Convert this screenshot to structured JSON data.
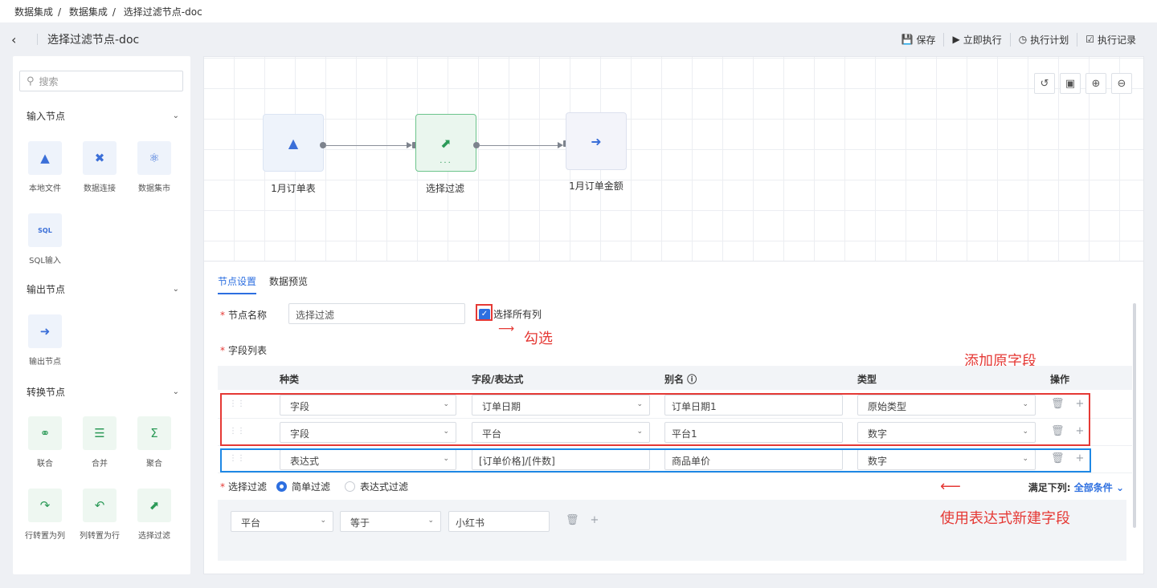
{
  "breadcrumb": [
    "数据集成",
    "数据集成",
    "选择过滤节点-doc"
  ],
  "header": {
    "back_icon": "chevron-left-icon",
    "title": "选择过滤节点-doc",
    "actions": [
      {
        "label": "保存",
        "icon": "save-icon"
      },
      {
        "label": "立即执行",
        "icon": "play-icon"
      },
      {
        "label": "执行计划",
        "icon": "clock-icon"
      },
      {
        "label": "执行记录",
        "icon": "record-icon"
      }
    ]
  },
  "sidebar": {
    "search_placeholder": "搜索",
    "input_section": "输入节点",
    "input_nodes": [
      "本地文件",
      "数据连接",
      "数据集市",
      "SQL输入"
    ],
    "output_section": "输出节点",
    "output_nodes": [
      "输出节点"
    ],
    "transform_section": "转换节点",
    "transform_nodes": [
      "联合",
      "合并",
      "聚合",
      "行转置为列",
      "列转置为行",
      "选择过滤"
    ]
  },
  "canvas": {
    "nodes": [
      "1月订单表",
      "选择过滤",
      "1月订单金额"
    ],
    "tools": [
      "refresh-icon",
      "fit-icon",
      "zoom-in-icon",
      "zoom-out-icon"
    ]
  },
  "panel": {
    "tabs": [
      "节点设置",
      "数据预览"
    ],
    "node_name_label": "节点名称",
    "node_name_value": "选择过滤",
    "select_all_label": "选择所有列",
    "field_list_label": "字段列表",
    "columns": [
      "种类",
      "字段/表达式",
      "别名 ⓘ",
      "类型",
      "操作"
    ],
    "rows": [
      {
        "kind": "字段",
        "field": "订单日期",
        "alias": "订单日期1",
        "type": "原始类型"
      },
      {
        "kind": "字段",
        "field": "平台",
        "alias": "平台1",
        "type": "数字"
      },
      {
        "kind": "表达式",
        "field": "[订单价格]/[件数]",
        "alias": "商品单价",
        "type": "数字"
      }
    ],
    "filter_label": "选择过滤",
    "filter_modes": [
      "简单过滤",
      "表达式过滤"
    ],
    "condition_prefix": "满足下列:",
    "condition_value": "全部条件",
    "filter_row": {
      "field": "平台",
      "op": "等于",
      "value": "小红书"
    }
  },
  "annotations": {
    "check": "勾选",
    "add_original": "添加原字段",
    "expression_new": "使用表达式新建字段"
  }
}
